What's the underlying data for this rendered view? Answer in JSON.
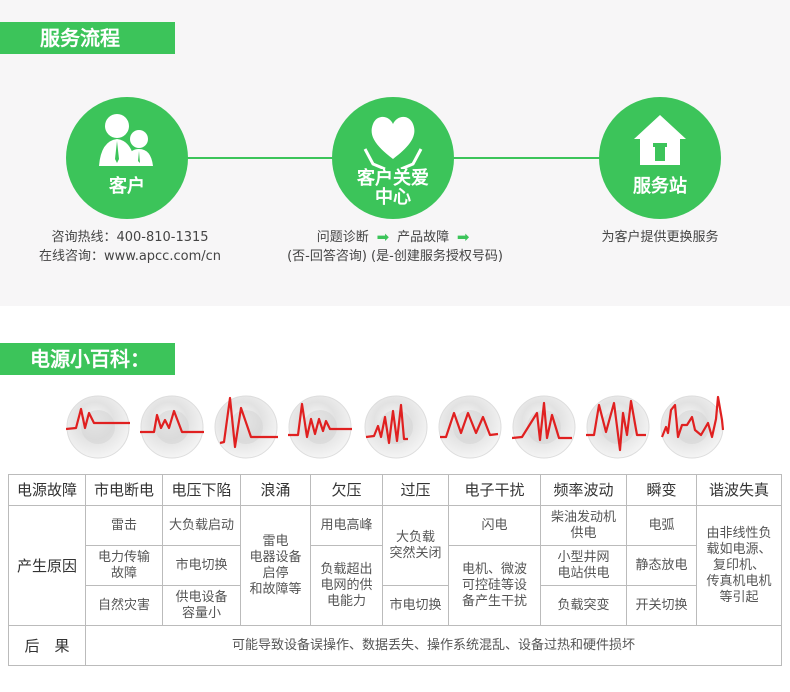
{
  "service": {
    "title": "服务流程",
    "steps": [
      {
        "label": "客户",
        "icon": "users-icon",
        "lines": [
          "咨询热线：400-810-1315",
          "在线咨询：www.apcc.com/cn"
        ]
      },
      {
        "label": "客户关爱",
        "label2": "中心",
        "icon": "heart-hands-icon",
        "flow": [
          "问题诊断",
          "产品故障"
        ],
        "line2": "(否-回答咨询) (是-创建服务授权号码)"
      },
      {
        "label": "服务站",
        "icon": "house-icon",
        "lines": [
          "为客户提供更换服务"
        ]
      }
    ]
  },
  "wiki": {
    "title": "电源小百科：",
    "colors": {
      "accent": "#3cc45a",
      "wave": "#e02020"
    },
    "table": {
      "headers": [
        "电源故障",
        "市电断电",
        "电压下陷",
        "浪涌",
        "欠压",
        "过压",
        "电子干扰",
        "频率波动",
        "瞬变",
        "谐波失真"
      ],
      "cause_label": "产生原因",
      "r1": [
        "雷击",
        "大负载启动",
        "雷电\n电器设备\n启停\n和故障等",
        "用电高峰",
        "大负载\n突然关闭",
        "闪电",
        "柴油发动机\n供电",
        "电弧",
        "由非线性负\n载如电源、\n复印机、\n传真机电机\n等引起"
      ],
      "r2": [
        "电力传输\n故障",
        "市电切换",
        "负载超出\n电网的供\n电能力",
        "电机、微波\n可控硅等设\n备产生干扰",
        "小型井网\n电站供电",
        "静态放电"
      ],
      "r3": [
        "自然灾害",
        "供电设备\n容量小",
        "市电切换",
        "负载突变",
        "开关切换"
      ],
      "result_label": "后　果",
      "result": "可能导致设备误操作、数据丢失、操作系统混乱、设备过热和硬件损坏"
    }
  }
}
